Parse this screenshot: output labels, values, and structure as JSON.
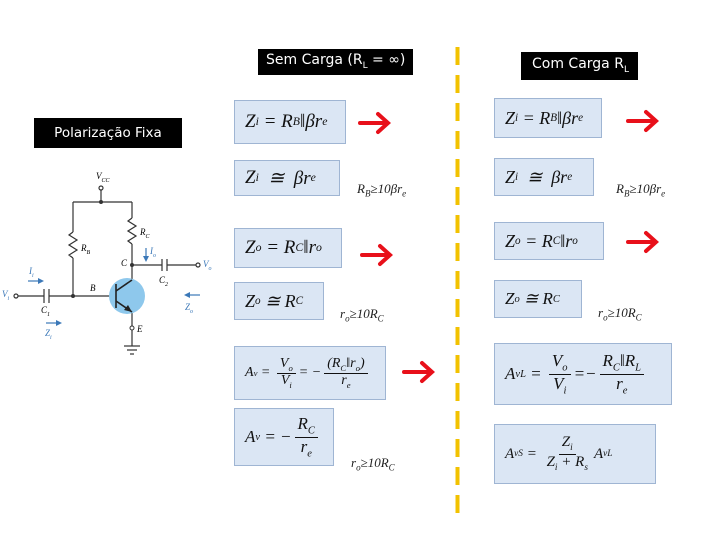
{
  "headers": {
    "sem_carga": "Sem Carga (R",
    "sem_carga_sub": "L",
    "sem_carga_tail": " = ∞)",
    "com_carga": "Com Carga R",
    "com_carga_sub": "L",
    "polarizacao": "Polarização Fixa"
  },
  "circuit": {
    "vcc": "V",
    "vcc_sub": "CC",
    "rb": "R",
    "rb_sub": "B",
    "rc": "R",
    "rc_sub": "C",
    "c_node": "C",
    "io": "I",
    "io_sub": "o",
    "vo": "V",
    "vo_sub": "o",
    "c2": "C",
    "c2_sub": "2",
    "ii": "I",
    "ii_sub": "i",
    "vi": "V",
    "vi_sub": "i",
    "b_node": "B",
    "c1": "C",
    "c1_sub": "1",
    "zi": "Z",
    "zi_sub": "i",
    "zo": "Z",
    "zo_sub": "o",
    "e_node": "E"
  },
  "conditions": {
    "rb_cond": "R",
    "rb_cond_sub": "B",
    "rb_cond_tail": "≥10βr",
    "rb_cond_tail_sub": "e",
    "ro_cond": "r",
    "ro_cond_sub": "o",
    "ro_cond_tail": "≥10R",
    "ro_cond_tail_sub": "C"
  },
  "colors": {
    "arrow": "#e8101a",
    "divider": "#f2c200",
    "eq_fill": "#dbe6f4",
    "eq_border": "#9fb5d3",
    "circuit_transistor": "#8ec8ec"
  }
}
